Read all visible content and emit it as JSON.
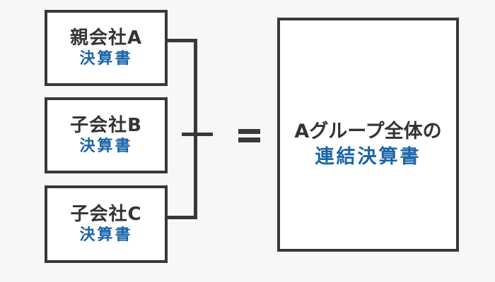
{
  "theme": {
    "background": "#f7f7f7",
    "box_fill": "#ffffff",
    "border_color": "#383838",
    "text_dark": "#333333",
    "text_blue": "#1b64a8",
    "equals_color": "#3a3a3a"
  },
  "diagram": {
    "source_boxes": [
      {
        "company": "親会社A",
        "document": "決算書"
      },
      {
        "company": "子会社B",
        "document": "決算書"
      },
      {
        "company": "子会社C",
        "document": "決算書"
      }
    ],
    "operator": "=",
    "result_box": {
      "line1": "Aグループ全体の",
      "line2": "連結決算書"
    }
  }
}
